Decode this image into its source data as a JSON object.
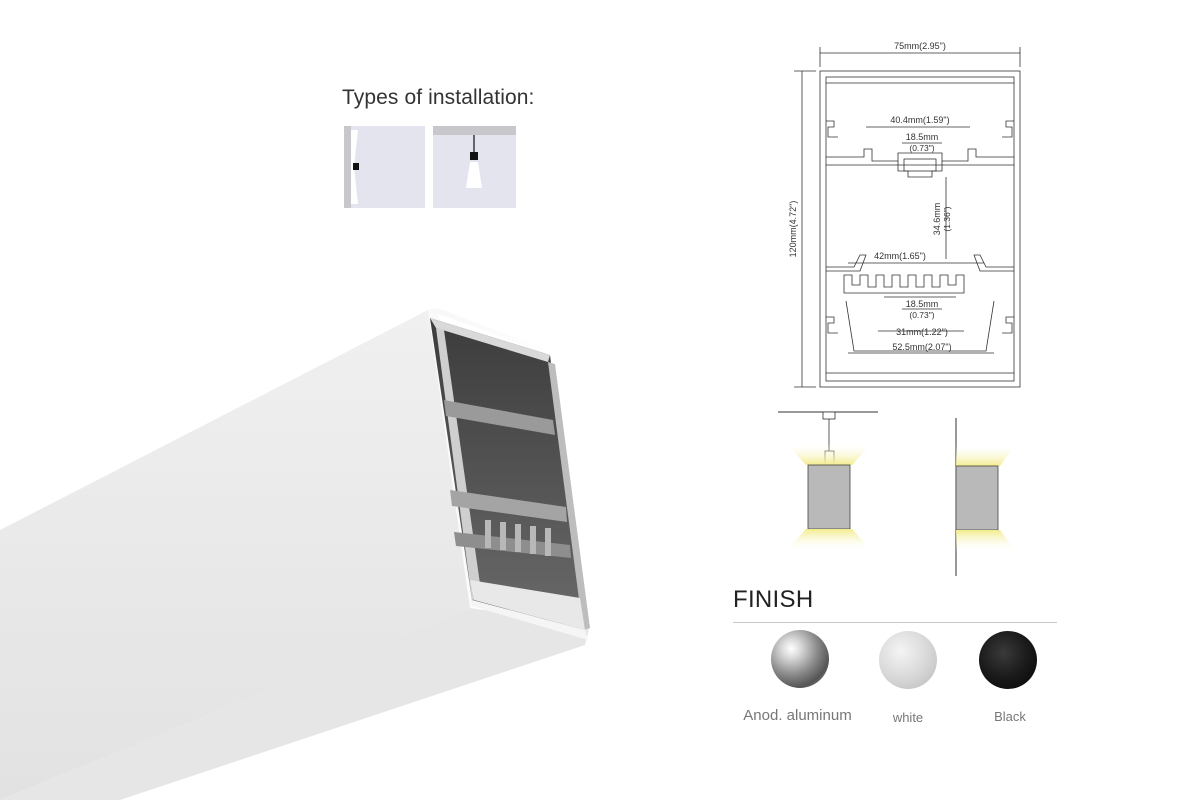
{
  "installation": {
    "title": "Types of installation:",
    "options": [
      {
        "name": "wall-mounted",
        "icon": "wall-mount-icon"
      },
      {
        "name": "pendant",
        "icon": "pendant-icon"
      }
    ]
  },
  "drawing": {
    "dimensions": {
      "width": "75mm(2.95\")",
      "height": "120mm(4.72\")",
      "upper_channel": "40.4mm(1.59\")",
      "upper_slot_a": "18.5mm",
      "upper_slot_b": "(0.73\")",
      "inner_height_a": "34.6mm",
      "inner_height_b": "(1.36\")",
      "lower_channel": "42mm(1.65\")",
      "lower_slot_a": "18.5mm",
      "lower_slot_b": "(0.73\")",
      "diffuser_inner": "31mm(1.22\")",
      "diffuser_outer": "52.5mm(2.07\")"
    }
  },
  "finish": {
    "title": "FINISH",
    "options": [
      {
        "label": "Anod. aluminum",
        "color": "#8a8a8a"
      },
      {
        "label": "white",
        "color": "#d8d8d8"
      },
      {
        "label": "Black",
        "color": "#111111"
      }
    ]
  },
  "colors": {
    "light_glow": "#f4f0a0",
    "icon_bg": "#e6e6ee",
    "profile_white": "#f3f3f3"
  }
}
